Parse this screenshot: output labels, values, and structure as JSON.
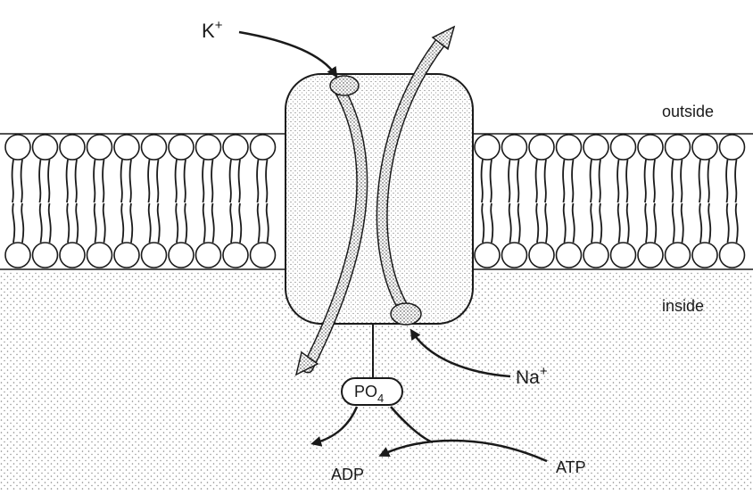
{
  "labels": {
    "outside": "outside",
    "inside": "inside",
    "potassium": "K",
    "potassium_charge": "+",
    "sodium": "Na",
    "sodium_charge": "+",
    "phosphate": "PO",
    "phosphate_subscript": "4",
    "adp": "ADP",
    "atp": "ATP"
  },
  "colors": {
    "ink": "#1a1a1a",
    "paper": "#ffffff",
    "stipple": "#2a2a2a"
  }
}
